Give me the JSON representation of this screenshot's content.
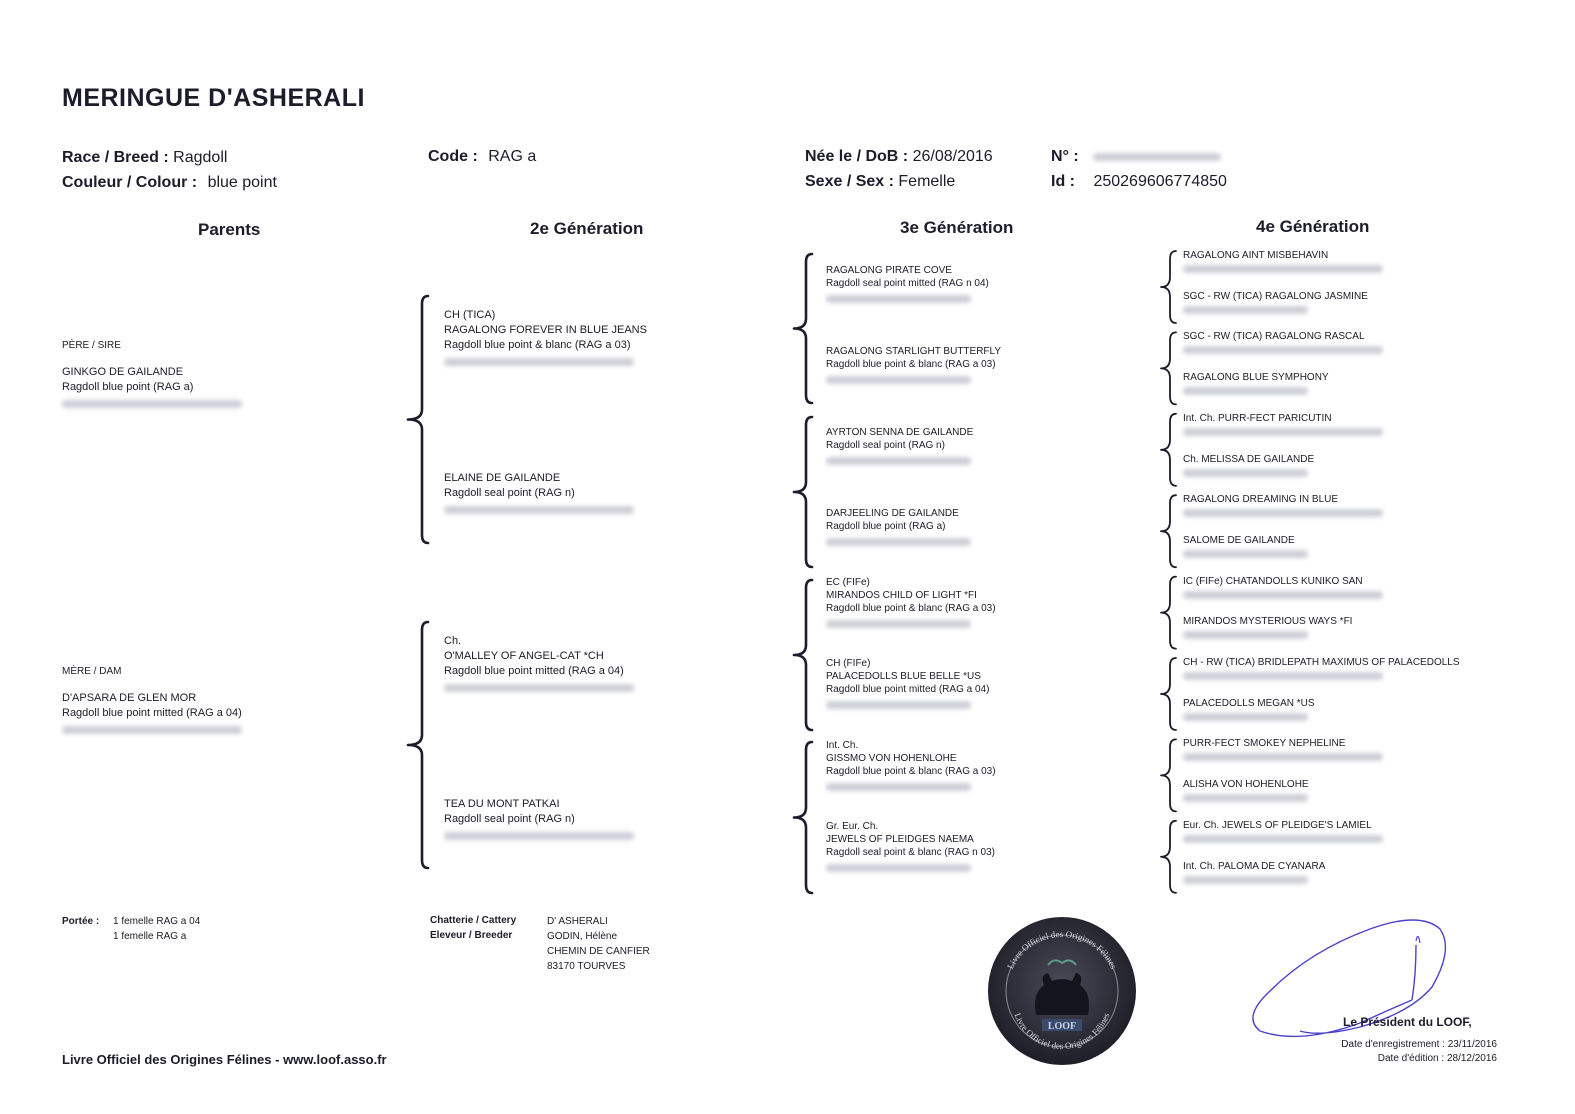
{
  "cat_name": "MERINGUE D'ASHERALI",
  "header": {
    "breed_label": "Race / Breed :",
    "breed_value": "Ragdoll",
    "colour_label": "Couleur / Colour :",
    "colour_value": "blue point",
    "code_label": "Code :",
    "code_value": "RAG a",
    "dob_label": "Née le / DoB :",
    "dob_value": "26/08/2016",
    "sex_label": "Sexe / Sex :",
    "sex_value": "Femelle",
    "no_label": "N° :",
    "id_label": "Id :",
    "id_value": "250269606774850"
  },
  "columns": {
    "parents": "Parents",
    "gen2": "2e Génération",
    "gen3": "3e Génération",
    "gen4": "4e Génération"
  },
  "parents": {
    "sire_label": "PÈRE / SIRE",
    "sire_name": "GINKGO DE GAILANDE",
    "sire_desc": "Ragdoll blue point (RAG a)",
    "dam_label": "MÈRE / DAM",
    "dam_name": "D'APSARA DE GLEN MOR",
    "dam_desc": "Ragdoll blue point mitted (RAG a 04)"
  },
  "gen2": [
    {
      "title": "CH (TICA)",
      "name": "RAGALONG FOREVER IN BLUE JEANS",
      "desc": "Ragdoll blue point & blanc (RAG a 03)"
    },
    {
      "title": "",
      "name": "ELAINE DE GAILANDE",
      "desc": "Ragdoll seal point (RAG n)"
    },
    {
      "title": "Ch.",
      "name": "O'MALLEY OF ANGEL-CAT *CH",
      "desc": "Ragdoll blue point mitted (RAG a 04)"
    },
    {
      "title": "",
      "name": "TEA DU MONT PATKAI",
      "desc": "Ragdoll seal point (RAG n)"
    }
  ],
  "gen3": [
    {
      "title": "",
      "name": "RAGALONG PIRATE COVE",
      "desc": "Ragdoll seal point mitted (RAG n 04)"
    },
    {
      "title": "",
      "name": "RAGALONG STARLIGHT BUTTERFLY",
      "desc": "Ragdoll blue point & blanc (RAG a 03)"
    },
    {
      "title": "",
      "name": "AYRTON SENNA DE GAILANDE",
      "desc": "Ragdoll seal point (RAG n)"
    },
    {
      "title": "",
      "name": "DARJEELING DE GAILANDE",
      "desc": "Ragdoll blue point (RAG a)"
    },
    {
      "title": "EC (FIFe)",
      "name": "MIRANDOS CHILD OF LIGHT *FI",
      "desc": "Ragdoll blue point & blanc (RAG a 03)"
    },
    {
      "title": "CH (FIFe)",
      "name": "PALACEDOLLS BLUE BELLE *US",
      "desc": "Ragdoll blue point mitted (RAG a 04)"
    },
    {
      "title": "Int. Ch.",
      "name": "GISSMO VON HOHENLOHE",
      "desc": "Ragdoll blue point & blanc (RAG a 03)"
    },
    {
      "title": "Gr. Eur. Ch.",
      "name": "JEWELS OF PLEIDGES NAEMA",
      "desc": "Ragdoll seal point & blanc (RAG n 03)"
    }
  ],
  "gen4": [
    "RAGALONG AINT MISBEHAVIN",
    "SGC - RW (TICA) RAGALONG JASMINE",
    "SGC - RW (TICA) RAGALONG RASCAL",
    "RAGALONG BLUE SYMPHONY",
    "Int. Ch. PURR-FECT PARICUTIN",
    "Ch. MELISSA DE GAILANDE",
    "RAGALONG DREAMING IN BLUE",
    "SALOME DE GAILANDE",
    "IC (FIFe) CHATANDOLLS KUNIKO SAN",
    "MIRANDOS MYSTERIOUS WAYS *FI",
    "CH - RW (TICA) BRIDLEPATH MAXIMUS OF PALACEDOLLS",
    "PALACEDOLLS MEGAN *US",
    "PURR-FECT SMOKEY NEPHELINE",
    "ALISHA VON HOHENLOHE",
    "Eur. Ch. JEWELS OF PLEIDGE'S LAMIEL",
    "Int. Ch. PALOMA DE CYANARA"
  ],
  "litter": {
    "label": "Portée :",
    "line1": "1 femelle RAG a 04",
    "line2": "1 femelle RAG a"
  },
  "breeder": {
    "cattery_label": "Chatterie / Cattery",
    "breeder_label": "Eleveur / Breeder",
    "cattery": "D' ASHERALI",
    "name": "GODIN, Hélène",
    "street": "CHEMIN DE CANFIER",
    "city": "83170 TOURVES"
  },
  "seal": {
    "ring_top": "Livre Officiel des Origines Félines",
    "ring_bottom": "Livre Officiel des Origines Félines",
    "logo": "LOOF"
  },
  "signature": {
    "president": "Le Président du LOOF,",
    "reg_date": "Date d'enregistrement : 23/11/2016",
    "edit_date": "Date d'édition : 28/12/2016"
  },
  "footer": "Livre Officiel des Origines Félines - www.loof.asso.fr",
  "colors": {
    "ink": "#1c1c2a",
    "signature": "#4a43c8",
    "seal": "#2c2c38"
  }
}
